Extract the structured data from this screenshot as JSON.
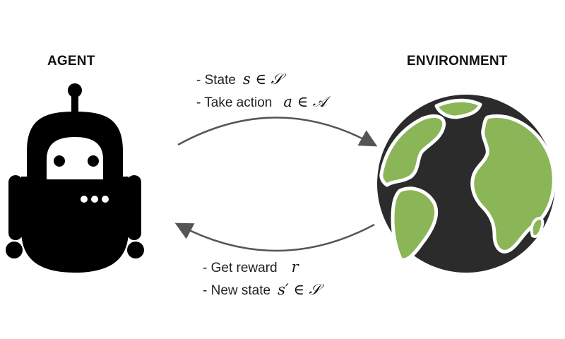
{
  "agent": {
    "title": "AGENT",
    "icon": "robot-icon"
  },
  "environment": {
    "title": "ENVIRONMENT",
    "icon": "globe-icon"
  },
  "top_arrow": {
    "lines": [
      {
        "text": "- State",
        "math": "s ∈ 𝒮"
      },
      {
        "text": "- Take action",
        "math": "a ∈ 𝒜"
      }
    ]
  },
  "bottom_arrow": {
    "lines": [
      {
        "text": "- Get reward",
        "math": "r"
      },
      {
        "text": "- New state",
        "math": "s′ ∈ 𝒮"
      }
    ]
  },
  "colors": {
    "robot": "#000000",
    "ocean": "#2b2b2b",
    "land": "#8ab657",
    "coast": "#ffffff",
    "arrow": "#555555"
  }
}
